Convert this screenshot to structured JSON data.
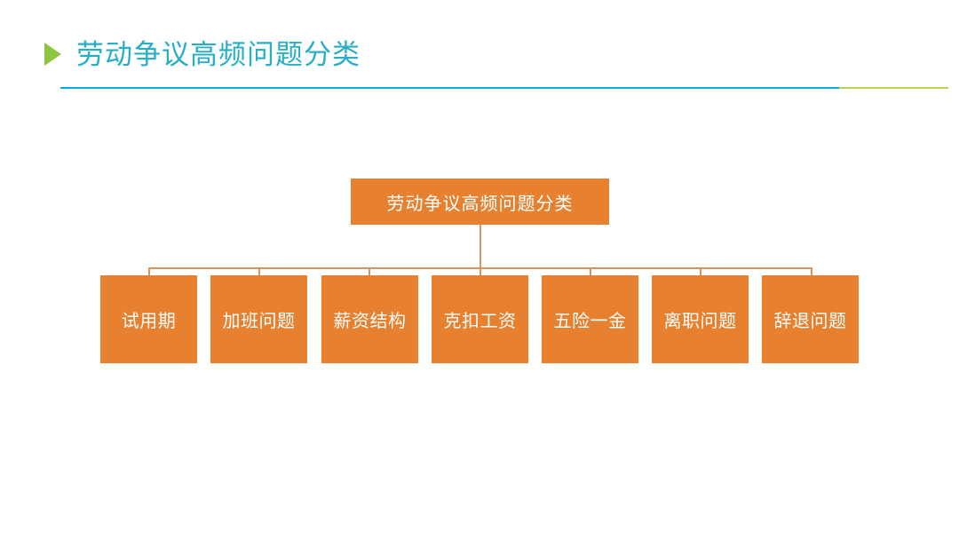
{
  "slide": {
    "title": "劳动争议高频问题分类",
    "bullet_icon": "triangle-right-icon",
    "accent_colors": {
      "title_text": "#26AFC6",
      "bullet": "#8CC63E",
      "rule_left": "#06AEE0",
      "rule_right": "#BBD64A",
      "node_fill": "#E8812F",
      "node_text": "#FFFFFF",
      "connector": "#D9935C"
    }
  },
  "org_chart": {
    "root": {
      "label": "劳动争议高频问题分类"
    },
    "children": [
      {
        "label": "试用期"
      },
      {
        "label": "加班问题"
      },
      {
        "label": "薪资结构"
      },
      {
        "label": "克扣工资"
      },
      {
        "label": "五险一金"
      },
      {
        "label": "离职问题"
      },
      {
        "label": "辞退问题"
      }
    ]
  }
}
